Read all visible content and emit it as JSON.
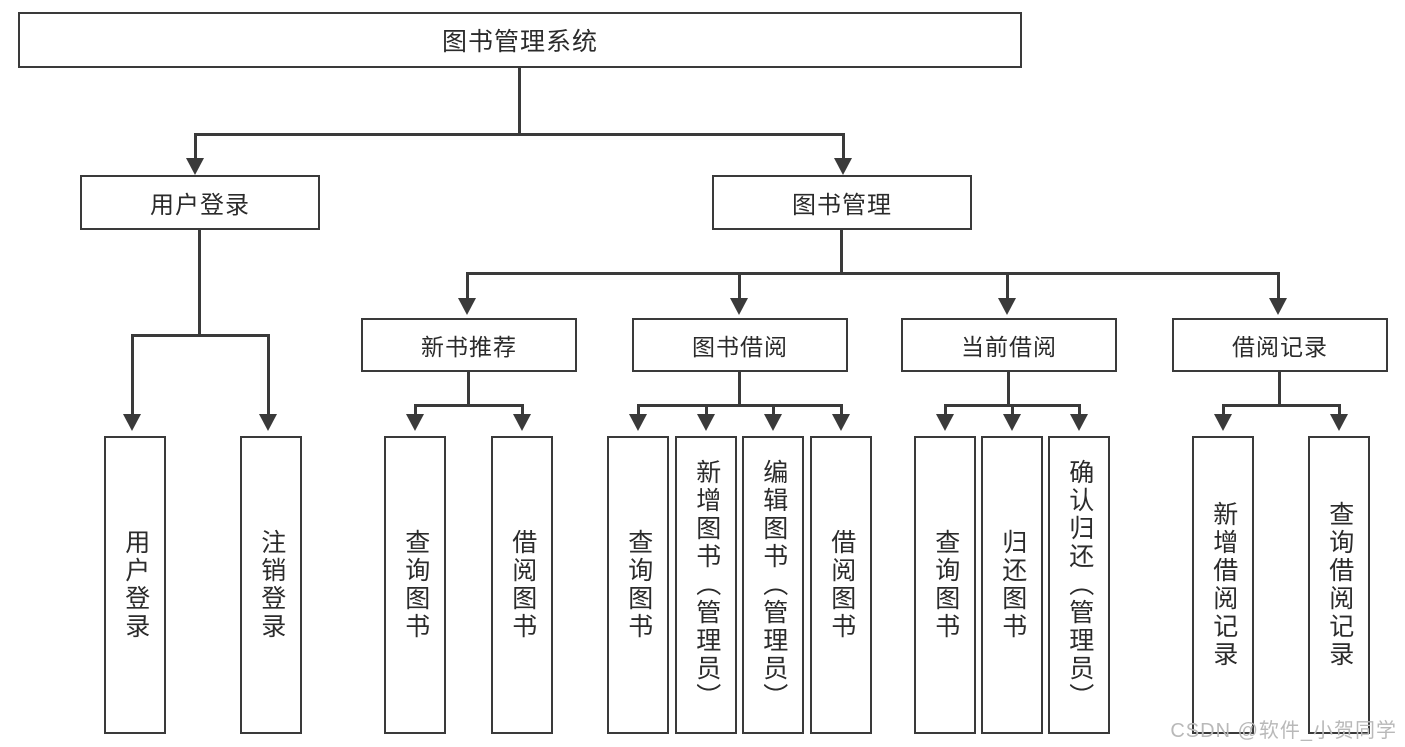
{
  "diagram": {
    "type": "tree-hierarchy",
    "title": "图书管理系统",
    "orientation": "top-down",
    "colors": {
      "box_border": "#3a3a3a",
      "box_fill": "#ffffff",
      "connector": "#3a3a3a",
      "text": "#2b2b2b",
      "watermark": "#b9b9b9"
    }
  },
  "root": {
    "label": "图书管理系统"
  },
  "level2": [
    {
      "label": "用户登录"
    },
    {
      "label": "图书管理"
    }
  ],
  "level3": [
    {
      "label": "新书推荐"
    },
    {
      "label": "图书借阅"
    },
    {
      "label": "当前借阅"
    },
    {
      "label": "借阅记录"
    }
  ],
  "leaves": {
    "user_login": [
      {
        "label": "用户登录"
      },
      {
        "label": "注销登录"
      }
    ],
    "new_book_recommend": [
      {
        "label": "查询图书"
      },
      {
        "label": "借阅图书"
      }
    ],
    "book_borrow": [
      {
        "label": "查询图书"
      },
      {
        "label": "新增图书（管理员）"
      },
      {
        "label": "编辑图书（管理员）"
      },
      {
        "label": "借阅图书"
      }
    ],
    "current_borrow": [
      {
        "label": "查询图书"
      },
      {
        "label": "归还图书"
      },
      {
        "label": "确认归还（管理员）"
      }
    ],
    "borrow_records": [
      {
        "label": "新增借阅记录"
      },
      {
        "label": "查询借阅记录"
      }
    ]
  },
  "watermark": {
    "text": "CSDN @软件_小贺同学"
  }
}
